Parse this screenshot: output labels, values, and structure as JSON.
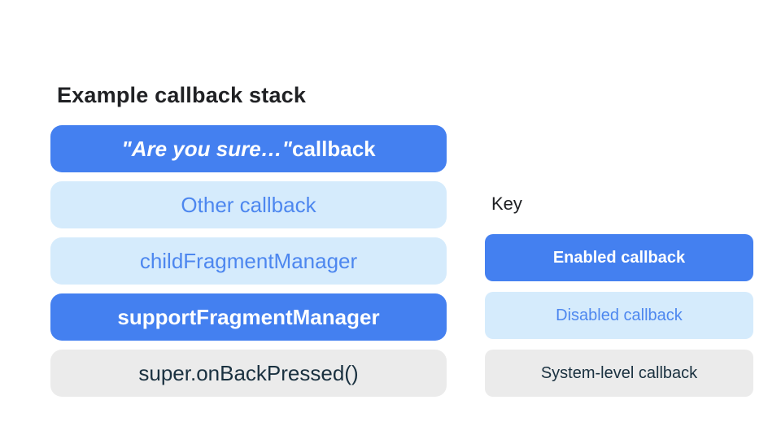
{
  "diagram": {
    "title": "Example callback stack",
    "stack": [
      {
        "id": "are-you-sure-callback",
        "type": "enabled",
        "label_quoted": "\"Are you sure…\"",
        "label_rest": " callback"
      },
      {
        "id": "other-callback",
        "type": "disabled",
        "label": "Other callback"
      },
      {
        "id": "child-fragment-manager",
        "type": "disabled",
        "label": "childFragmentManager"
      },
      {
        "id": "support-fragment-manager",
        "type": "enabled",
        "label": "supportFragmentManager"
      },
      {
        "id": "super-onbackpressed",
        "type": "system",
        "label": "super.onBackPressed()"
      }
    ]
  },
  "key": {
    "title": "Key",
    "items": [
      {
        "id": "enabled",
        "type": "enabled",
        "label": "Enabled callback"
      },
      {
        "id": "disabled",
        "type": "disabled",
        "label": "Disabled callback"
      },
      {
        "id": "system",
        "type": "system",
        "label": "System-level callback"
      }
    ]
  },
  "colors": {
    "enabled_bg": "#4480F0",
    "enabled_text": "#FFFFFF",
    "disabled_bg": "#D5EBFC",
    "disabled_text": "#4D87EF",
    "system_bg": "#EBEBEB",
    "system_text": "#1A3140",
    "heading_text": "#202124",
    "background": "#FFFFFF"
  }
}
